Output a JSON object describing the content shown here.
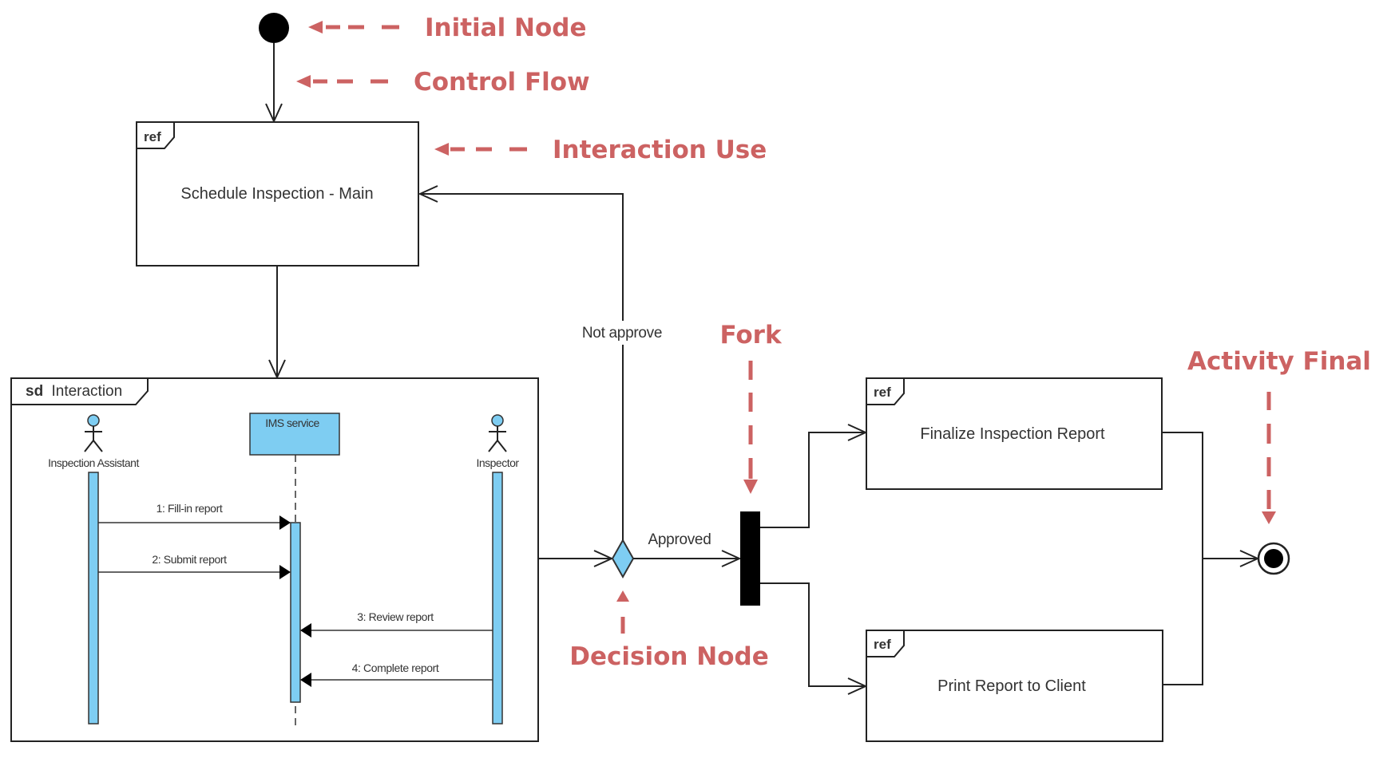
{
  "annotations": {
    "initial_node": "Initial Node",
    "control_flow": "Control Flow",
    "interaction_use": "Interaction Use",
    "fork": "Fork",
    "decision_node": "Decision Node",
    "activity_final": "Activity Final"
  },
  "annotation_color": "#cc6262",
  "interaction_uses": {
    "schedule": {
      "tag": "ref",
      "title": "Schedule Inspection - Main"
    },
    "finalize": {
      "tag": "ref",
      "title": "Finalize Inspection Report"
    },
    "print": {
      "tag": "ref",
      "title": "Print Report to Client"
    }
  },
  "sequence": {
    "tag": "sd",
    "name": "Interaction",
    "lifelines": [
      {
        "name": "Inspection Assistant",
        "kind": "actor"
      },
      {
        "name": "IMS service",
        "kind": "object"
      },
      {
        "name": "Inspector",
        "kind": "actor"
      }
    ],
    "messages": [
      {
        "label": "1: Fill-in report"
      },
      {
        "label": "2: Submit report"
      },
      {
        "label": "3: Review  report"
      },
      {
        "label": "4: Complete report"
      }
    ],
    "lifeline_color": "#7ecdf2"
  },
  "guards": {
    "not_approve": "Not approve",
    "approved": "Approved"
  }
}
